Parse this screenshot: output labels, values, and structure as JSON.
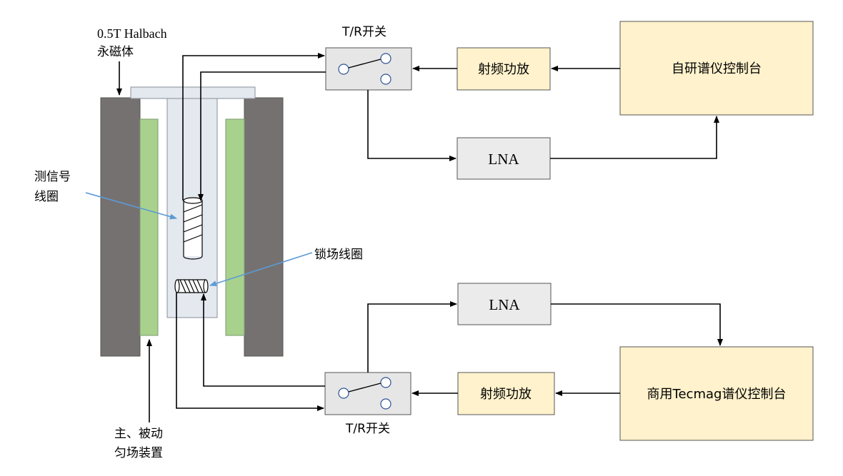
{
  "colors": {
    "magnet": "#767171",
    "shim": "#a9d18e",
    "probe": "#e4e8ef",
    "switch_box": "#e6e6e6",
    "amp_box": "#fff2cc",
    "lna_box": "#ebebeb",
    "arrow": "#000000",
    "leader": "#5b9bd5"
  },
  "magnet": {
    "label_line1": "0.5T  Halbach",
    "label_line2": "永磁体"
  },
  "coils": {
    "signal_line1": "测信号",
    "signal_line2": "线圈",
    "lock": "锁场线圈"
  },
  "shim": {
    "label_line1": "主、被动",
    "label_line2": "匀场装置"
  },
  "upper_chain": {
    "switch_label": "T/R开关",
    "amp_label": "射频功放",
    "lna_label": "LNA",
    "console_label": "自研谱仪控制台"
  },
  "lower_chain": {
    "switch_label": "T/R开关",
    "amp_label": "射频功放",
    "lna_label": "LNA",
    "console_label": "商用Tecmag谱仪控制台"
  }
}
